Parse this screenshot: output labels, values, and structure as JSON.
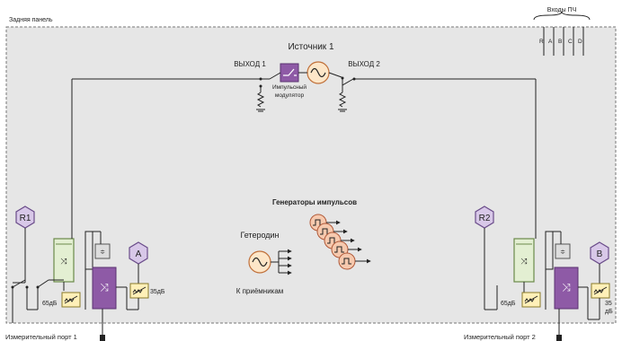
{
  "labels": {
    "back_panel": "Задняя панель",
    "if_inputs": "Входы ПЧ",
    "if_inputs_letters": [
      "R",
      "A",
      "B",
      "C",
      "D"
    ],
    "source": "Источник 1",
    "out1": "ВЫХОД 1",
    "out2": "ВЫХОД 2",
    "pulse_mod_line1": "Импульсный",
    "pulse_mod_line2": "модулятор",
    "pulse_generators": "Генераторы импульсов",
    "lo": "Гетеродин",
    "to_receivers": "К приёмникам",
    "r1": "R1",
    "r2": "R2",
    "a": "A",
    "b": "B",
    "att_65_left": "65дБ",
    "att_35_left": "35дБ",
    "att_65_right": "65дБ",
    "att_35_right_line1": "35",
    "att_35_right_line2": "дБ",
    "port1": "Измерительный порт 1",
    "port2": "Измерительный порт 2"
  },
  "colors": {
    "panel_fill": "#e6e6e6",
    "panel_border": "#777777",
    "hex_fill": "#d8c8e8",
    "hex_stroke": "#6a4c8a",
    "coupler_fill": "#e3efd2",
    "coupler_stroke": "#6b8a4a",
    "purple_block": "#8e5aa6",
    "att_fill": "#fff0b8",
    "att_stroke": "#8a7a2a",
    "source_fill": "#fde6c8",
    "source_stroke": "#c0703a",
    "pulse_fill": "#f6c9ae",
    "pulse_stroke": "#b05a3a"
  }
}
